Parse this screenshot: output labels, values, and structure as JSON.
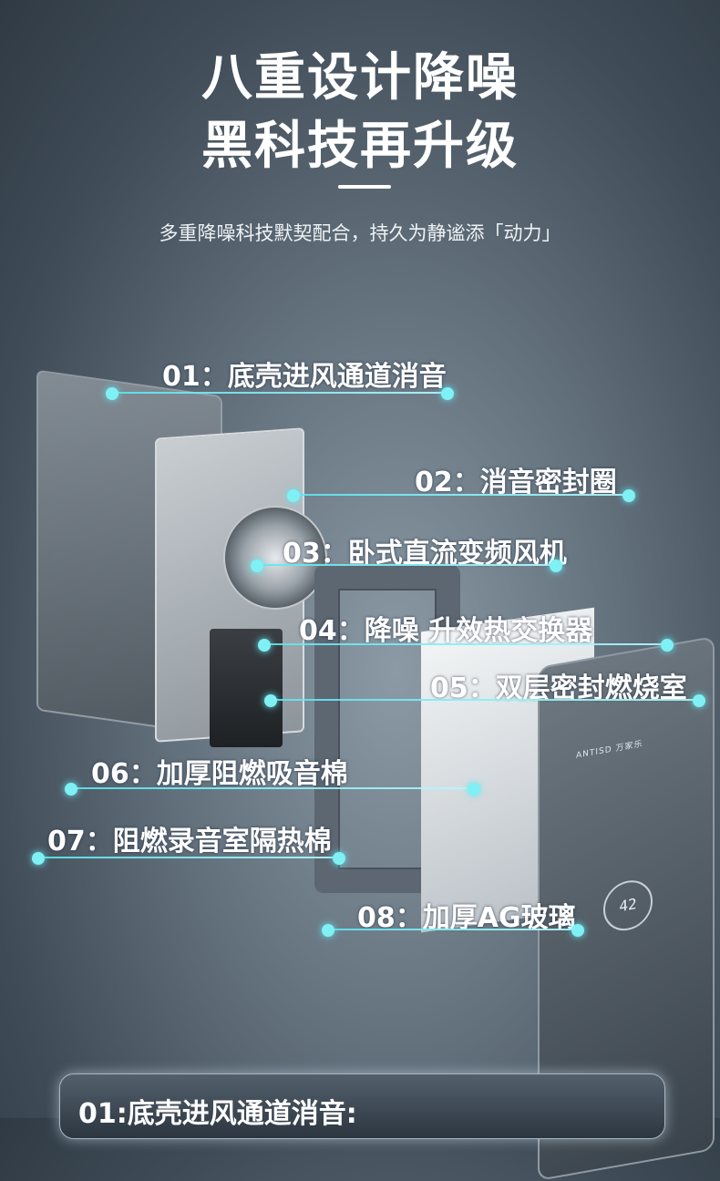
{
  "header": {
    "title_line1": "八重设计降噪",
    "title_line2": "黑科技再升级",
    "subtitle": "多重降噪科技默契配合，持久为静谧添「动力」"
  },
  "product": {
    "brand": "ANTISD 万家乐",
    "display_value": "42"
  },
  "callouts": [
    {
      "label": "01：底壳进风通道消音"
    },
    {
      "label": "02：消音密封圈"
    },
    {
      "label": "03：卧式直流变频风机"
    },
    {
      "label": "04：降噪 升效热交换器"
    },
    {
      "label": "05：双层密封燃烧室"
    },
    {
      "label": "06：加厚阻燃吸音棉"
    },
    {
      "label": "07：阻燃录音室隔热棉"
    },
    {
      "label": "08：加厚AG玻璃"
    }
  ],
  "bottom_card": {
    "heading": "01:底壳进风通道消音:"
  },
  "colors": {
    "accent": "#7ff0f4",
    "background": "#4a5762"
  }
}
